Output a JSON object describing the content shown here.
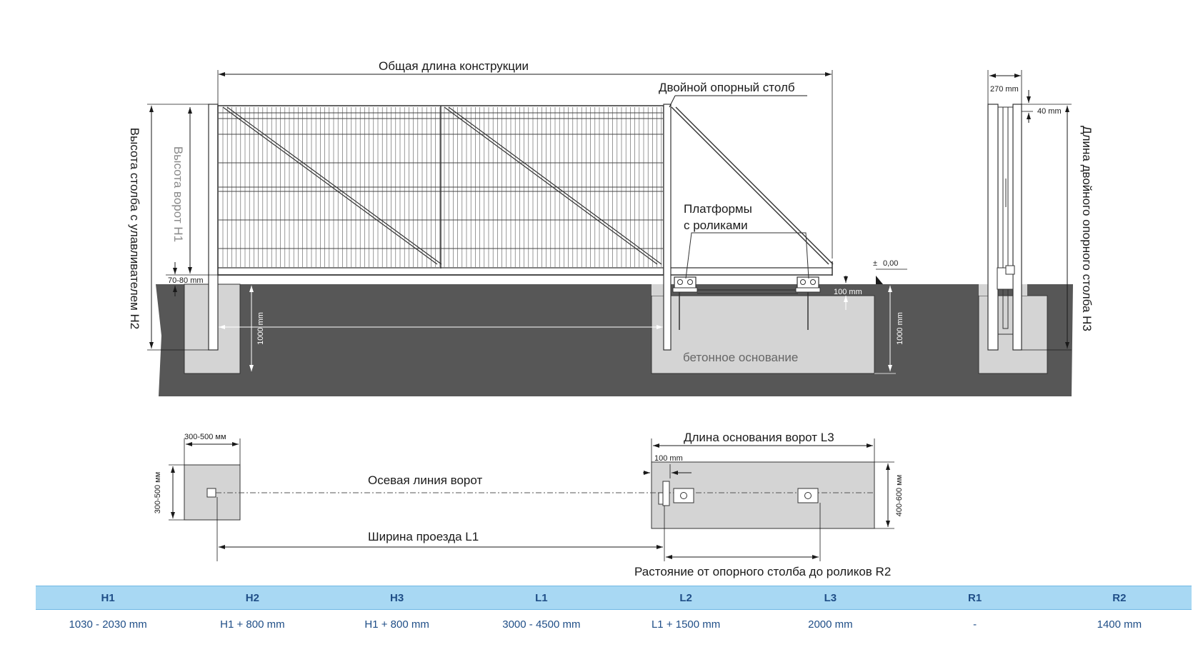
{
  "labels": {
    "total_length": "Общая длина конструкции",
    "double_post": "Двойной опорный столб",
    "platforms_line1": "Платформы",
    "platforms_line2": "с роликами",
    "post_height_h2": "Высота столба с улавливателем H2",
    "gate_height_h1": "Высота ворот H1",
    "double_post_length_h3": "Длина двойного опорного столба H3",
    "gap_70_80": "70-80 mm",
    "depth_1000_left": "1000 mm",
    "depth_1000_right": "1000 mm",
    "gap_100": "100 mm",
    "level_000": "0,00",
    "level_pm": "±",
    "concrete_base": "бетонное основание",
    "dim_270": "270 mm",
    "dim_40": "40 mm",
    "base_300_500_top": "300-500 мм",
    "base_300_500_side": "300-500 мм",
    "base_length_l3": "Длина основания ворот L3",
    "dim_100_plan": "100 mm",
    "base_400_600": "400-600 мм",
    "axis_line": "Осевая линия ворот",
    "passage_width_l1": "Ширина проезда L1",
    "distance_r2": "Растояние от опорного столба до роликов R2"
  },
  "colors": {
    "ground": "#575757",
    "concrete": "#d4d4d4",
    "table_header": "#a8d8f3",
    "table_text": "#1f4e87"
  },
  "table": {
    "headers": [
      "H1",
      "H2",
      "H3",
      "L1",
      "L2",
      "L3",
      "R1",
      "R2"
    ],
    "values": [
      "1030 - 2030 mm",
      "H1 + 800 mm",
      "H1 + 800 mm",
      "3000 - 4500 mm",
      "L1 + 1500 mm",
      "2000 mm",
      "-",
      "1400 mm"
    ]
  }
}
